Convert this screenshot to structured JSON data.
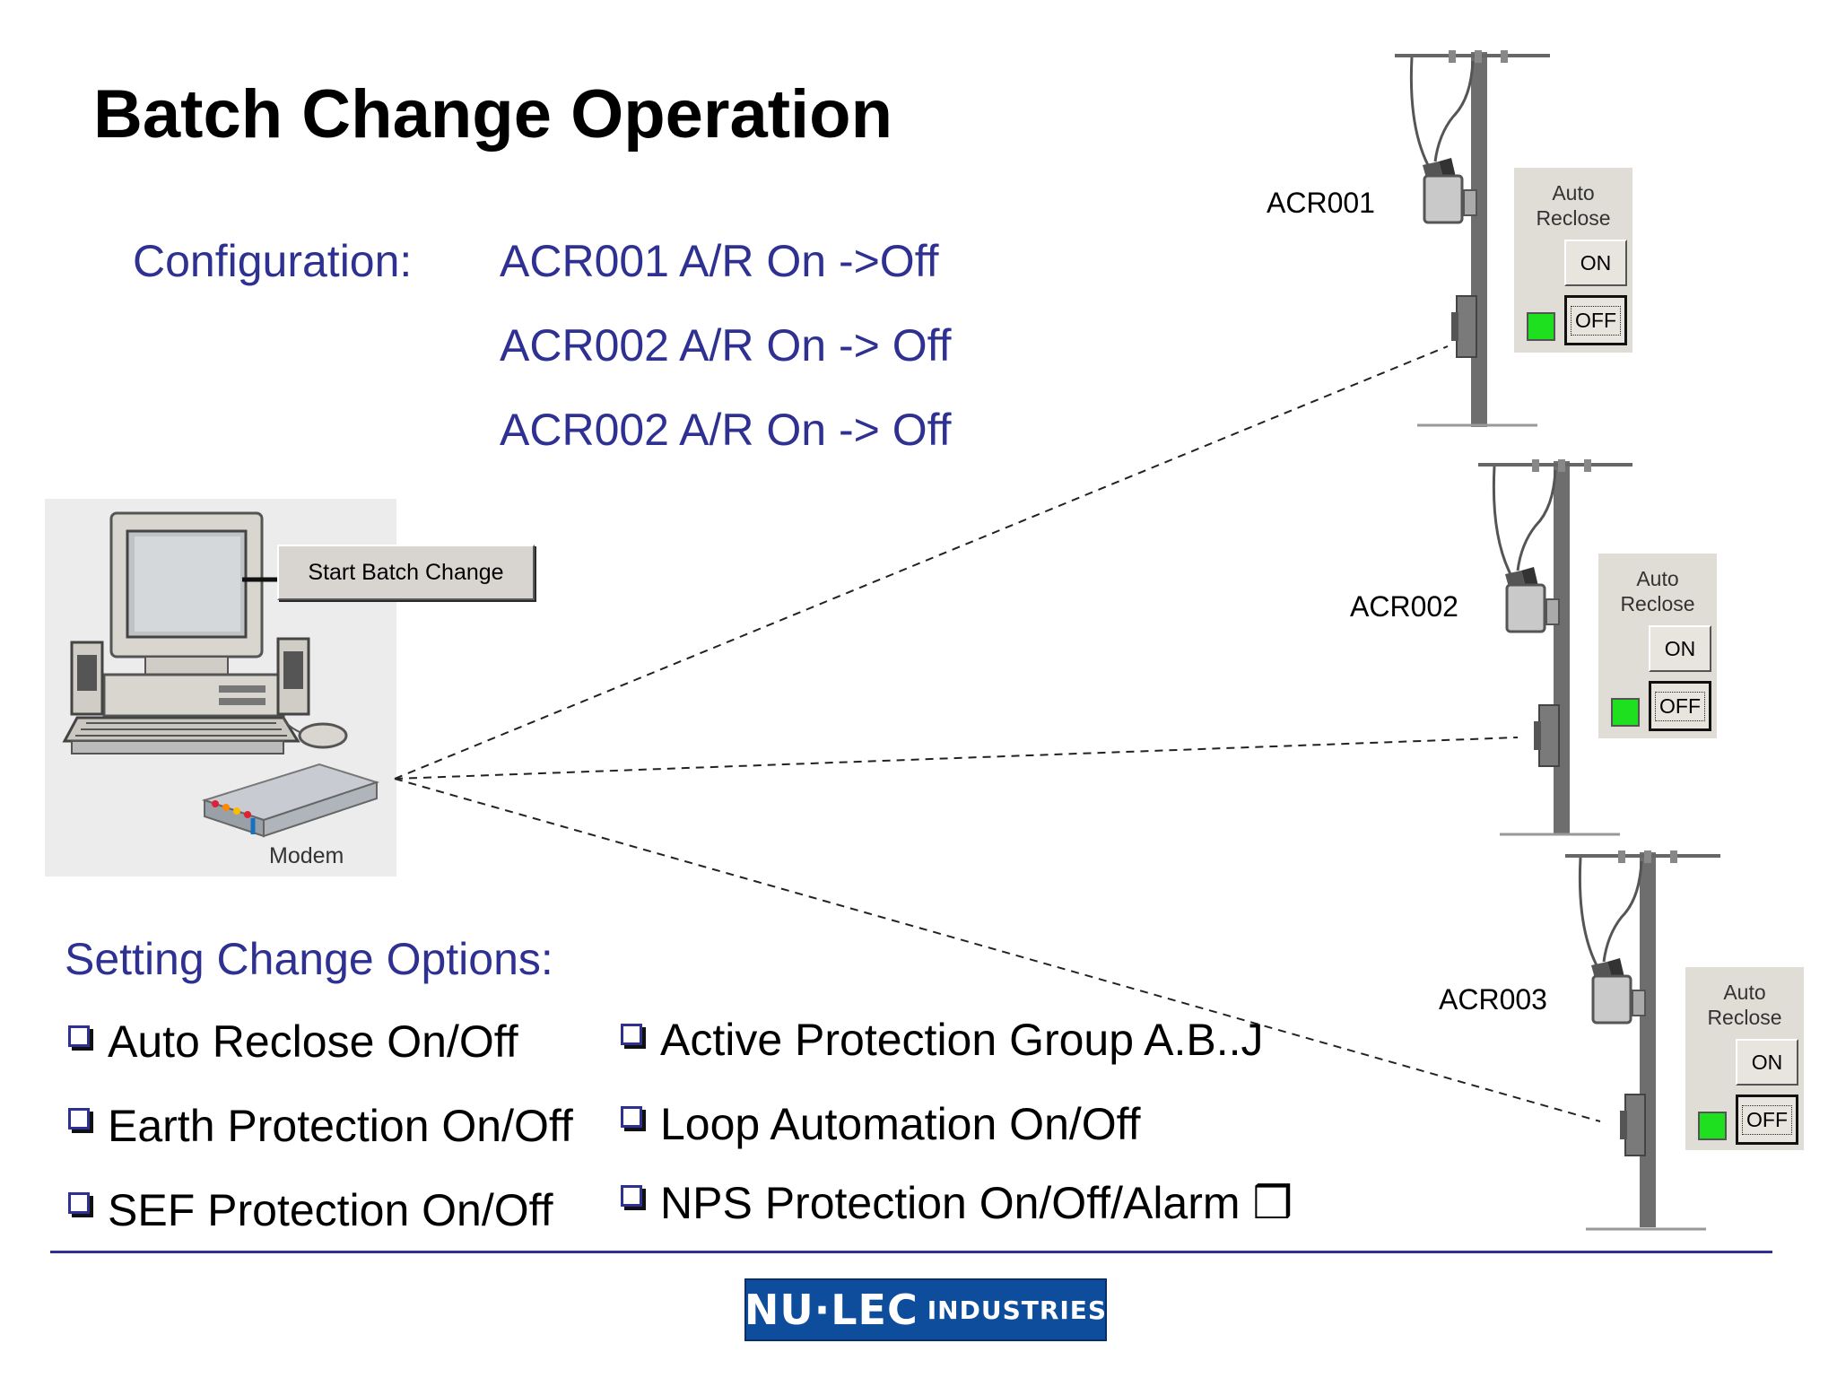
{
  "title": "Batch Change Operation",
  "configuration": {
    "label": "Configuration:",
    "lines": [
      "ACR001 A/R On ->Off",
      "ACR002 A/R On -> Off",
      "ACR002 A/R On -> Off"
    ]
  },
  "computer": {
    "start_button": "Start Batch Change",
    "modem_label": "Modem"
  },
  "recloser_units": [
    {
      "name": "ACR001",
      "panel_title": "Auto\nReclose",
      "on_label": "ON",
      "off_label": "OFF",
      "indicator_color": "#1ee01e"
    },
    {
      "name": "ACR002",
      "panel_title": "Auto\nReclose",
      "on_label": "ON",
      "off_label": "OFF",
      "indicator_color": "#1ee01e"
    },
    {
      "name": "ACR003",
      "panel_title": "Auto\nReclose",
      "on_label": "ON",
      "off_label": "OFF",
      "indicator_color": "#1ee01e"
    }
  ],
  "options": {
    "heading": "Setting Change Options:",
    "left": [
      "Auto Reclose On/Off",
      "Earth Protection On/Off",
      "SEF Protection On/Off"
    ],
    "right": [
      "Active Protection Group A.B..J",
      "Loop Automation On/Off",
      "NPS Protection On/Off/Alarm ❒"
    ]
  },
  "logo": {
    "main": "NU·LEC",
    "sub": "INDUSTRIES"
  },
  "colors": {
    "accent": "#2e3192",
    "logo_bg": "#0e4c9c",
    "indicator": "#1ee01e"
  }
}
